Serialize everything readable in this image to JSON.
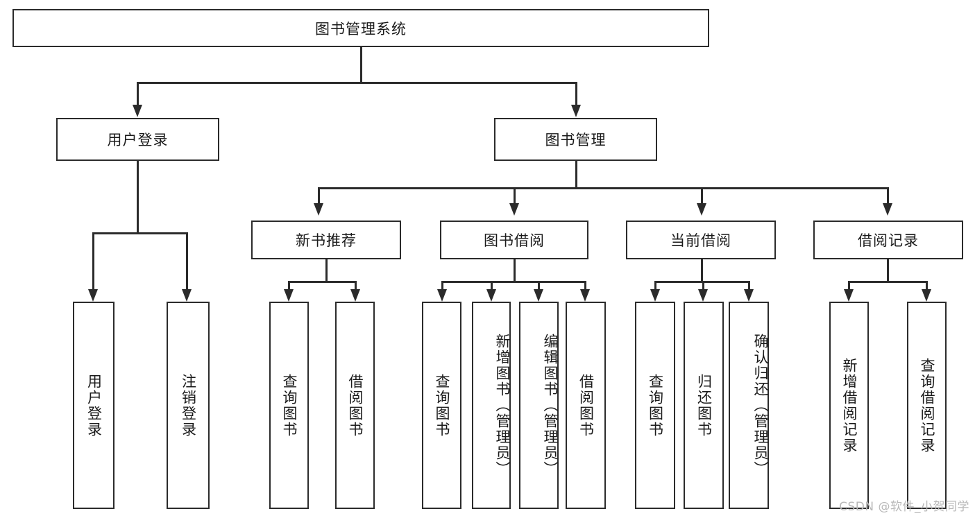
{
  "diagram": {
    "title": "图书管理系统",
    "type": "hierarchy-tree",
    "root": {
      "label": "图书管理系统"
    },
    "level2": [
      {
        "label": "用户登录"
      },
      {
        "label": "图书管理"
      }
    ],
    "level3": [
      {
        "label": "新书推荐"
      },
      {
        "label": "图书借阅"
      },
      {
        "label": "当前借阅"
      },
      {
        "label": "借阅记录"
      }
    ],
    "leaves": {
      "user_login": [
        {
          "label": "用户登录"
        },
        {
          "label": "注销登录"
        }
      ],
      "new_book_recommend": [
        {
          "label": "查询图书"
        },
        {
          "label": "借阅图书"
        }
      ],
      "book_borrow": [
        {
          "label": "查询图书"
        },
        {
          "label": "新增图书（管理员）"
        },
        {
          "label": "编辑图书（管理员）"
        },
        {
          "label": "借阅图书"
        }
      ],
      "current_borrow": [
        {
          "label": "查询图书"
        },
        {
          "label": "归还图书"
        },
        {
          "label": "确认归还（管理员）"
        }
      ],
      "borrow_record": [
        {
          "label": "新增借阅记录"
        },
        {
          "label": "查询借阅记录"
        }
      ]
    }
  },
  "watermark": {
    "text": "CSDN @软件_小贺同学"
  },
  "colors": {
    "stroke": "#2b2b2b",
    "background": "#ffffff",
    "text": "#1a1a1a",
    "watermark": "#b8b8b8"
  }
}
